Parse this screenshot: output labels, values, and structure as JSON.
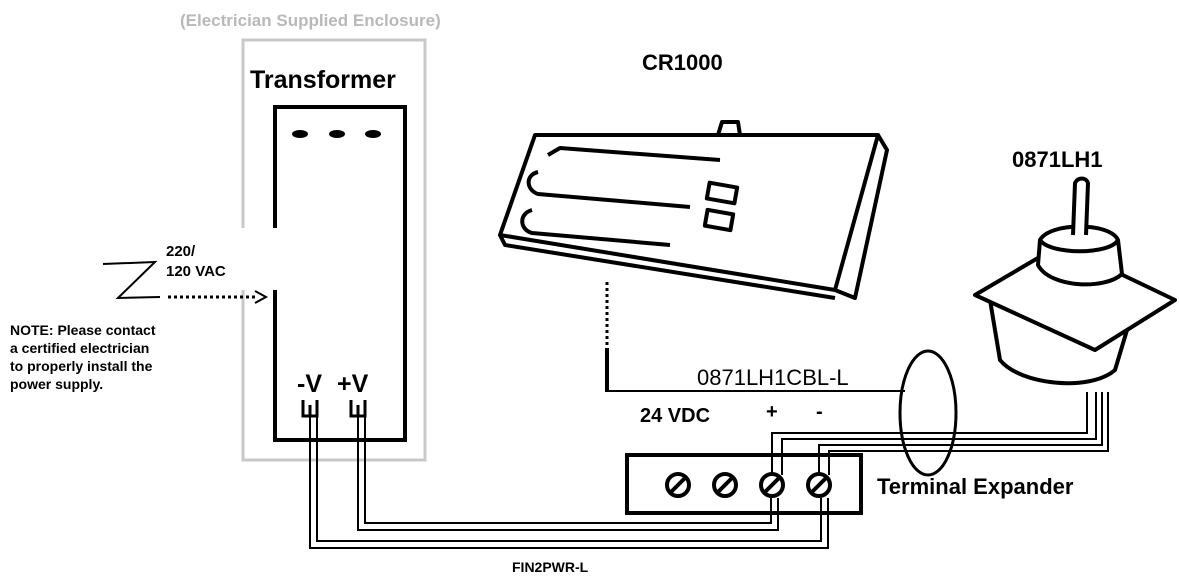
{
  "labels": {
    "enclosure": "(Electrician Supplied Enclosure)",
    "transformer": "Transformer",
    "controller": "CR1000",
    "sensor": "0871LH1",
    "voltage_line1": "220/",
    "voltage_line2": "120 VAC",
    "note_line1": "NOTE: Please contact",
    "note_line2": "a certified electrician",
    "note_line3": "to properly install the",
    "note_line4": "power supply.",
    "minus_v": "-V",
    "plus_v": "+V",
    "cable": "0871LH1CBL-L",
    "vdc": "24 VDC",
    "plus": "+",
    "minus": "-",
    "terminal_expander": "Terminal Expander",
    "power_cable": "FIN2PWR-L"
  },
  "colors": {
    "line": "#000000",
    "enclosure": "#c8c8c8",
    "enclosure_text": "#b9b9b9",
    "background": "#ffffff"
  },
  "icons": {
    "terminal_screw": "slotted-screw-icon",
    "ac_source": "ac-source-icon"
  }
}
